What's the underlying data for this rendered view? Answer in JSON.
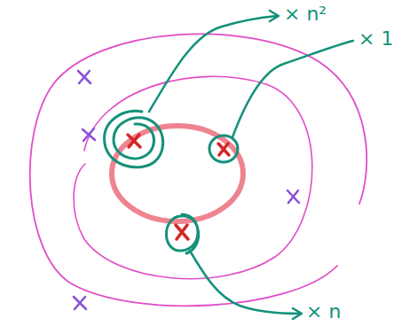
{
  "diagram": {
    "labels": [
      "× n²",
      "× 1",
      "× n"
    ]
  }
}
